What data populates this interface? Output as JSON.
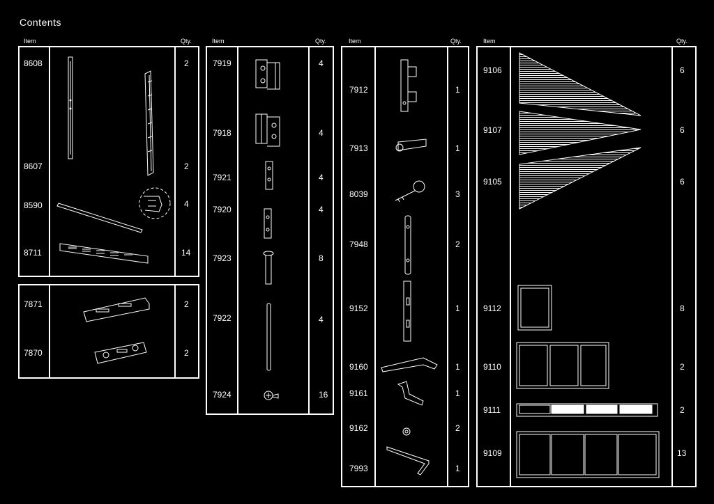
{
  "title": "Contents",
  "headers": {
    "item": "Item",
    "qty": "Qty."
  },
  "panel1": {
    "rows": [
      {
        "item": "8608",
        "qty": "2"
      },
      {
        "item": "8607",
        "qty": "2"
      },
      {
        "item": "8590",
        "qty": "4"
      },
      {
        "item": "8711",
        "qty": "14"
      }
    ]
  },
  "panel2": {
    "rows": [
      {
        "item": "7871",
        "qty": "2"
      },
      {
        "item": "7870",
        "qty": "2"
      }
    ]
  },
  "panel3": {
    "rows": [
      {
        "item": "7919",
        "qty": "4"
      },
      {
        "item": "7918",
        "qty": "4"
      },
      {
        "item": "7921",
        "qty": "4"
      },
      {
        "item": "7920",
        "qty": "4"
      },
      {
        "item": "7923",
        "qty": "8"
      },
      {
        "item": "7922",
        "qty": "4"
      },
      {
        "item": "7924",
        "qty": "16"
      }
    ]
  },
  "panel4": {
    "rows": [
      {
        "item": "7912",
        "qty": "1"
      },
      {
        "item": "7913",
        "qty": "1"
      },
      {
        "item": "8039",
        "qty": "3"
      },
      {
        "item": "7948",
        "qty": "2"
      },
      {
        "item": "9152",
        "qty": "1"
      },
      {
        "item": "9160",
        "qty": "1"
      },
      {
        "item": "9161",
        "qty": "1"
      },
      {
        "item": "9162",
        "qty": "2"
      },
      {
        "item": "7993",
        "qty": "1"
      }
    ]
  },
  "panel5": {
    "rows": [
      {
        "item": "9106",
        "qty": "6"
      },
      {
        "item": "9107",
        "qty": "6"
      },
      {
        "item": "9105",
        "qty": "6"
      },
      {
        "item": "9112",
        "qty": "8"
      },
      {
        "item": "9110",
        "qty": "2"
      },
      {
        "item": "9111",
        "qty": "2"
      },
      {
        "item": "9109",
        "qty": "13"
      }
    ]
  },
  "colors": {
    "background": "#000000",
    "foreground": "#ffffff"
  }
}
